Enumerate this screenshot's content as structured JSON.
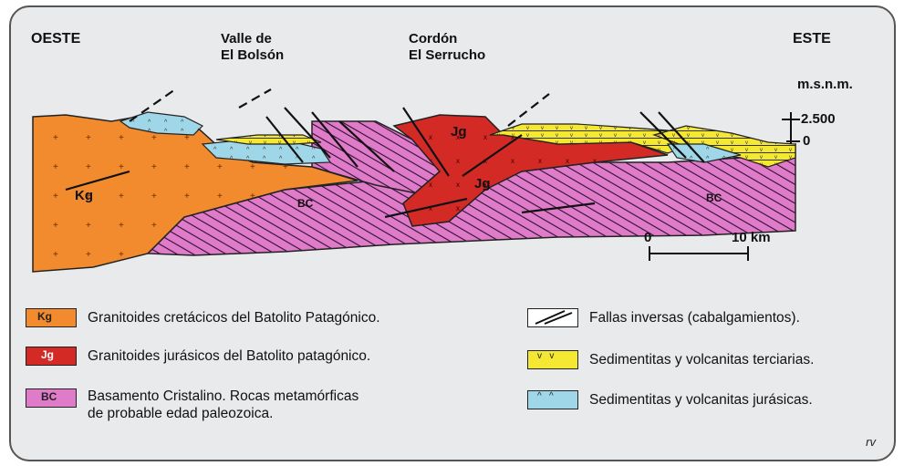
{
  "labels": {
    "west": "OESTE",
    "east": "ESTE",
    "valley_line1": "Valle de",
    "valley_line2": "El Bolsón",
    "cordon_line1": "Cordón",
    "cordon_line2": "El Serrucho",
    "elevation_unit": "m.s.n.m.",
    "elevation_top": "2.500",
    "elevation_zero": "0",
    "unit_kg": "Kg",
    "unit_jg_top": "Jg",
    "unit_jg_bottom": "Jg",
    "unit_bc_left": "BC",
    "unit_bc_right": "BC"
  },
  "scale_bar": {
    "start": "0",
    "end": "10 km"
  },
  "legend": [
    {
      "code": "Kg",
      "text": "Granitoides cretácicos del Batolito Patagónico.",
      "color": "#f28a2e"
    },
    {
      "code": "Jg",
      "text": "Granitoides jurásicos del Batolito patagónico.",
      "color": "#d42a26"
    },
    {
      "code": "BC",
      "text_line1": "Basamento Cristalino. Rocas metamórficas",
      "text_line2": "de probable edad paleozoica.",
      "color": "#e07bc9"
    },
    {
      "code": "fault",
      "text": "Fallas inversas (cabalgamientos)."
    },
    {
      "code": "tertiary",
      "text": "Sedimentitas y volcanitas terciarias.",
      "color": "#f5e832"
    },
    {
      "code": "jurassic",
      "text": "Sedimentitas y volcanitas jurásicas.",
      "color": "#9fd6e8"
    }
  ],
  "signature": "rv"
}
